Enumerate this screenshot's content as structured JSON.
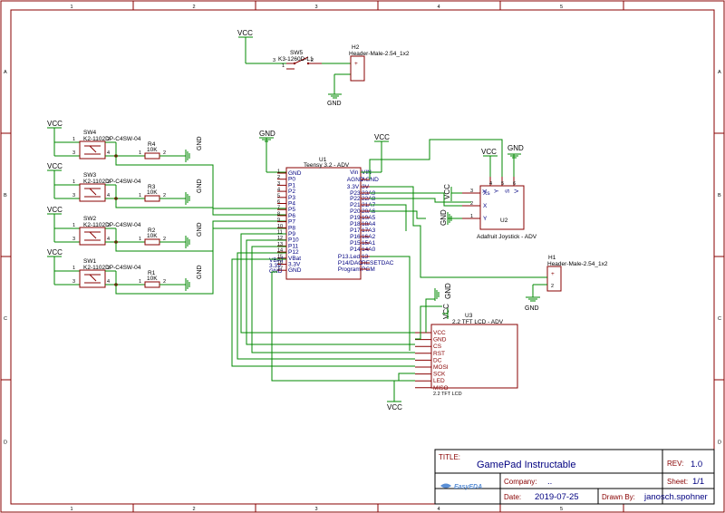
{
  "frame": {
    "col_labels": [
      "1",
      "2",
      "3",
      "4",
      "5"
    ],
    "row_labels": [
      "A",
      "B",
      "C",
      "D"
    ]
  },
  "title_block": {
    "title_label": "TITLE:",
    "title": "GamePad Instructable",
    "rev_label": "REV:",
    "rev": "1.0",
    "company_label": "Company:",
    "company": "..",
    "sheet_label": "Sheet:",
    "sheet": "1/1",
    "date_label": "Date:",
    "date": "2019-07-25",
    "drawn_label": "Drawn By:",
    "drawn_by": "janosch.spohner",
    "logo": "EasyEDA"
  },
  "nets": {
    "vcc": "VCC",
    "gnd": "GND"
  },
  "sw5": {
    "ref": "SW5",
    "part": "K3-1260D-L1",
    "pins": [
      "3",
      "1",
      "2"
    ]
  },
  "h2": {
    "ref": "H2",
    "part": "Header-Male-2.54_1x2",
    "pin_plus": "+",
    "pin_nums": [
      "1",
      "2"
    ]
  },
  "h1": {
    "ref": "H1",
    "part": "Header-Male-2.54_1x2",
    "pin_plus": "+",
    "pin_nums": [
      "1",
      "2"
    ]
  },
  "switches": [
    {
      "ref": "SW4",
      "part": "K2-1102DP-C4SW-04",
      "res": "R4",
      "res_val": "10K"
    },
    {
      "ref": "SW3",
      "part": "K2-1102DP-C4SW-04",
      "res": "R3",
      "res_val": "10K"
    },
    {
      "ref": "SW2",
      "part": "K2-1102DP-C4SW-04",
      "res": "R2",
      "res_val": "10K"
    },
    {
      "ref": "SW1",
      "part": "K2-1102DP-C4SW-04",
      "res": "R1",
      "res_val": "10K"
    }
  ],
  "switch_pin_nums": [
    "1",
    "2",
    "3",
    "4"
  ],
  "res_pin_nums": [
    "1",
    "2"
  ],
  "u1": {
    "ref": "U1",
    "part": "Teensy 3.2 - ADV",
    "left_pins": [
      "GND",
      "P0",
      "P1",
      "P2",
      "P3",
      "P4",
      "P5",
      "P6",
      "P7",
      "P8",
      "P9",
      "P10",
      "P11",
      "P12",
      "VBat",
      "3.3V",
      "GND"
    ],
    "left_nums": [
      "1",
      "2",
      "3",
      "4",
      "5",
      "6",
      "7",
      "8",
      "9",
      "10",
      "11",
      "12",
      "13",
      "14",
      "15",
      "16",
      "17"
    ],
    "right_inner": [
      "Vin",
      "AGND",
      "3.3V",
      "P23",
      "P22",
      "P21",
      "P20",
      "P19",
      "P18",
      "P17",
      "P16",
      "P15",
      "P14",
      "P13.Led",
      "P14/DAC",
      "Program"
    ],
    "right_outer": [
      "VIN",
      "AGND",
      "3V",
      "23A9",
      "22A8",
      "21A7",
      "20A6",
      "19A5",
      "18A4",
      "17A3",
      "16A2",
      "15A1",
      "14A0",
      "13",
      "RESETDAC",
      "PGM"
    ],
    "outer_left": [
      "GND",
      "3.3V",
      "VBAT"
    ]
  },
  "u2": {
    "ref": "U2",
    "part": "Adafruit Joystick - ADV",
    "left_pins": [
      "Xs",
      "X",
      "Y"
    ],
    "left_nums": [
      "3",
      "2",
      "1"
    ],
    "top_pins": [
      "X",
      "Y",
      "S",
      "V"
    ],
    "top_nums": [
      "4",
      "5",
      "6"
    ]
  },
  "u3": {
    "ref": "U3",
    "part": "2.2 TFT LCD - ADV",
    "pins": [
      "VCC",
      "GND",
      "CS",
      "RST",
      "DC",
      "MOSI",
      "SCK",
      "LED",
      "MISO"
    ],
    "footprint": "2.2 TFT LCD"
  }
}
